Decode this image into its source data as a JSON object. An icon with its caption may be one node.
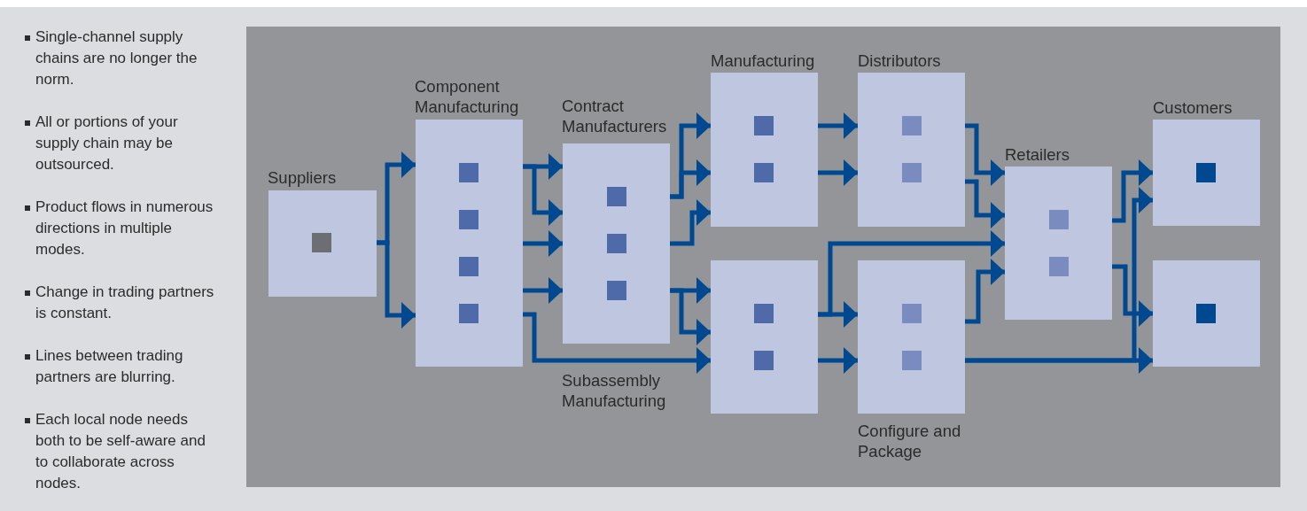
{
  "diagram": {
    "nodes": [
      {
        "text": [
          "Suppliers"
        ]
      },
      {
        "text": [
          "Component Manufacturing"
        ]
      },
      {
        "text": [
          "Contract Manufacturers"
        ]
      },
      {
        "text": [
          "Manufacturing"
        ]
      },
      {
        "text": [
          "Subassembly Manufacturing"
        ]
      },
      {
        "text": [
          "Distributors"
        ]
      },
      {
        "text": [
          "Configure and Package"
        ]
      },
      {
        "text": [
          "Retailers"
        ]
      },
      {
        "text": [
          "Customers"
        ]
      },
      {
        "text": [],
        "shape": "box"
      }
    ],
    "edges": [
      {
        "from": 0,
        "to": 1,
        "arrow": "to"
      },
      {
        "from": 0,
        "to": 1,
        "arrow": "to"
      },
      {
        "from": 1,
        "to": 2,
        "arrow": "to"
      },
      {
        "from": 1,
        "to": 2,
        "arrow": "to"
      },
      {
        "from": 1,
        "to": 2,
        "arrow": "to"
      },
      {
        "from": 1,
        "to": 2,
        "arrow": "to"
      },
      {
        "from": 1,
        "to": 4,
        "arrow": "to"
      },
      {
        "from": 2,
        "to": 3,
        "arrow": "to"
      },
      {
        "from": 2,
        "to": 3,
        "arrow": "to"
      },
      {
        "from": 2,
        "to": 3,
        "arrow": "to"
      },
      {
        "from": 2,
        "to": 4,
        "arrow": "to"
      },
      {
        "from": 2,
        "to": 4,
        "arrow": "to"
      },
      {
        "from": 3,
        "to": 5,
        "arrow": "to"
      },
      {
        "from": 3,
        "to": 5,
        "arrow": "to"
      },
      {
        "from": 4,
        "to": 6,
        "arrow": "to"
      },
      {
        "from": 4,
        "to": 6,
        "arrow": "to"
      },
      {
        "from": 4,
        "to": 7,
        "arrow": "to"
      },
      {
        "from": 5,
        "to": 7,
        "arrow": "to"
      },
      {
        "from": 5,
        "to": 7,
        "arrow": "to"
      },
      {
        "from": 6,
        "to": 7,
        "arrow": "to"
      },
      {
        "from": 7,
        "to": 8,
        "arrow": "to"
      },
      {
        "from": 7,
        "to": 9,
        "arrow": "to"
      },
      {
        "from": 6,
        "to": 8,
        "arrow": "to"
      },
      {
        "from": 6,
        "to": 9,
        "arrow": "to"
      }
    ],
    "labels": [
      "Single-channel supply chains are no longer the norm.",
      "All or portions of your supply chain may be outsourced.",
      "Product flows in numerous directions in multiple modes.",
      "Change in trading partners is constant.",
      "Lines between trading partners are blurring.",
      "Each local node needs both to be self-aware and to collaborate across nodes."
    ]
  }
}
